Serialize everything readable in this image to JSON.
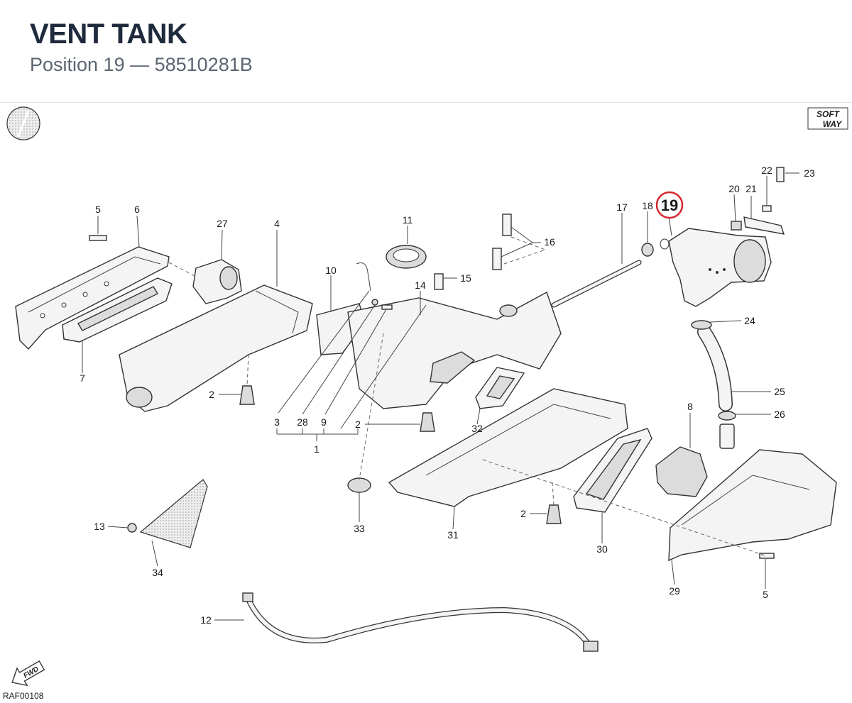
{
  "header": {
    "title": "VENT TANK",
    "subtitle": "Position 19 — 58510281B"
  },
  "diagram": {
    "brand": {
      "line1": "SOFT",
      "line2": "WAY"
    },
    "fwd_label": "FWD",
    "drawing_ref": "RAF00108",
    "highlight_color": "#d7262e",
    "highlight_position": "19",
    "callouts": {
      "c1": "1",
      "c2a": "2",
      "c2b": "2",
      "c2c": "2",
      "c3": "3",
      "c4": "4",
      "c5a": "5",
      "c5b": "5",
      "c6": "6",
      "c7": "7",
      "c8": "8",
      "c9": "9",
      "c10": "10",
      "c11": "11",
      "c12": "12",
      "c13": "13",
      "c14": "14",
      "c15": "15",
      "c16": "16",
      "c17": "17",
      "c18": "18",
      "c19": "19",
      "c20": "20",
      "c21": "21",
      "c22": "22",
      "c23": "23",
      "c24": "24",
      "c25": "25",
      "c26": "26",
      "c27": "27",
      "c28": "28",
      "c29": "29",
      "c30": "30",
      "c31": "31",
      "c32": "32",
      "c33": "33",
      "c34": "34"
    }
  }
}
